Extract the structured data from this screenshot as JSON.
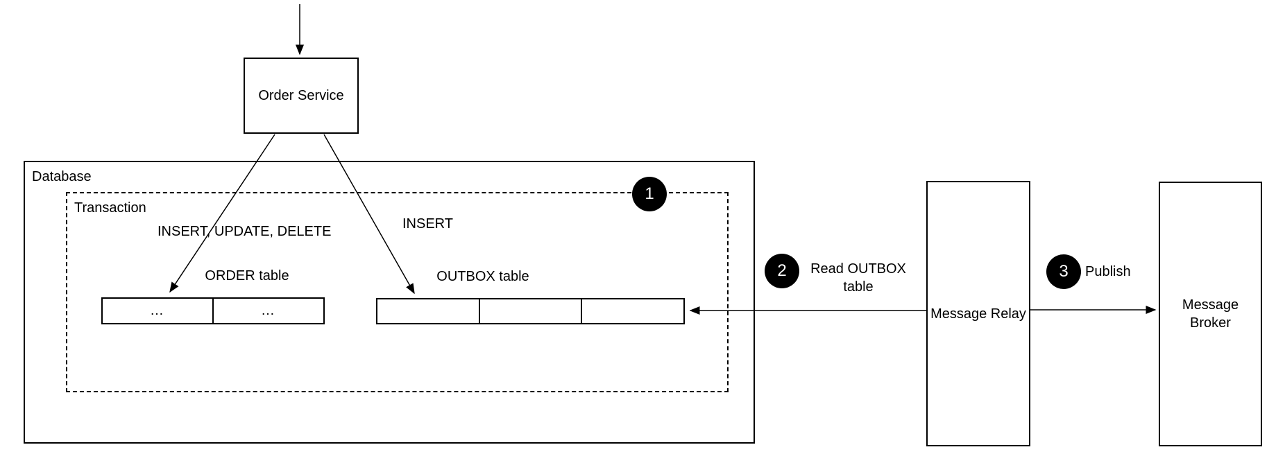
{
  "colors": {
    "line": "#000000",
    "background": "#ffffff",
    "badge_fill": "#000000",
    "badge_text": "#ffffff"
  },
  "nodes": {
    "order_service": {
      "label": "Order Service"
    },
    "database": {
      "label": "Database"
    },
    "transaction": {
      "label": "Transaction"
    },
    "message_relay": {
      "label": "Message Relay"
    },
    "message_broker": {
      "label": "Message Broker"
    }
  },
  "tables": {
    "order": {
      "label": "ORDER table",
      "cells": [
        "…",
        "…"
      ]
    },
    "outbox": {
      "label": "OUTBOX table",
      "cells": [
        "",
        "",
        ""
      ]
    }
  },
  "annotations": {
    "insert_update_delete": "INSERT, UPDATE, DELETE",
    "insert": "INSERT"
  },
  "steps": [
    {
      "number": "1",
      "label": ""
    },
    {
      "number": "2",
      "label": "Read OUTBOX table"
    },
    {
      "number": "3",
      "label": "Publish"
    }
  ]
}
